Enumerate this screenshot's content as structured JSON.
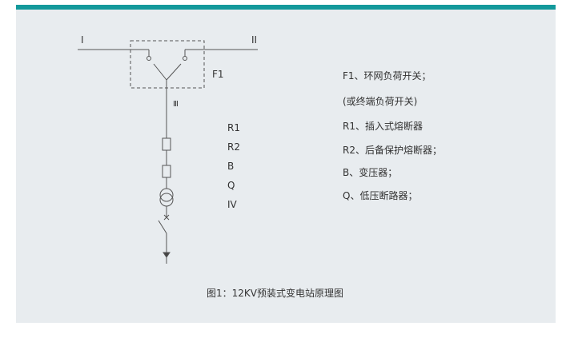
{
  "diagram": {
    "labels": {
      "bus_1": "I",
      "bus_2": "II",
      "line_3": "Ⅲ",
      "f1": "F1"
    },
    "component_labels": [
      "R1",
      "R2",
      "B",
      "Q",
      "IV"
    ],
    "legend": [
      "F1、环网负荷开关；",
      "(或终端负荷开关)",
      "R1、插入式熔断器",
      "R2、后备保护熔断器；",
      "B、变压器；",
      "Q、低压断路器；"
    ],
    "caption": "图1：12KV预装式变电站原理图",
    "colors": {
      "accent": "#13999b",
      "panel": "#e8ecef",
      "line": "#444444"
    }
  }
}
